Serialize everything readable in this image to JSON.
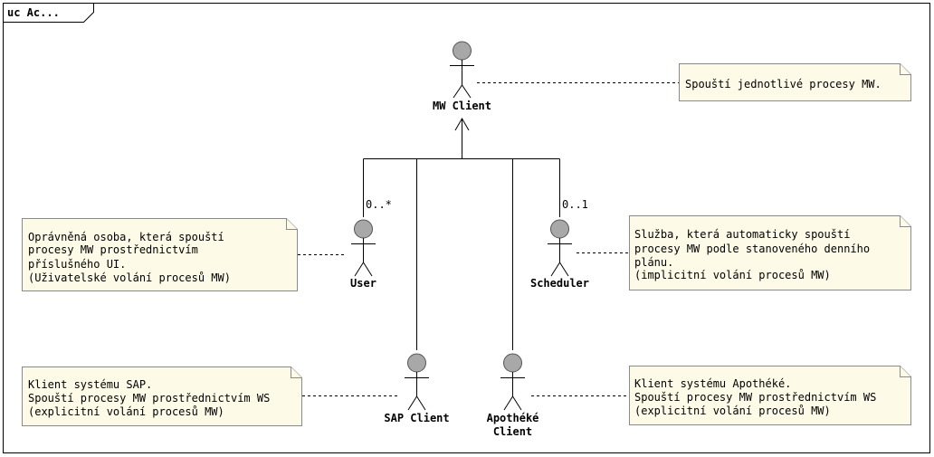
{
  "frame": {
    "title": "uc Ac..."
  },
  "actors": {
    "mw_client": {
      "lines": [
        "MW Client"
      ]
    },
    "user": {
      "lines": [
        "User"
      ],
      "multiplicity": "0..*"
    },
    "scheduler": {
      "lines": [
        "Scheduler"
      ],
      "multiplicity": "0..1"
    },
    "sap_client": {
      "lines": [
        "SAP Client"
      ]
    },
    "apotheke_client": {
      "lines": [
        "Apothéké",
        "Client"
      ]
    }
  },
  "notes": {
    "mw": {
      "lines": [
        "Spouští jednotlivé procesy MW."
      ]
    },
    "user": {
      "lines": [
        "Oprávněná osoba, která spouští",
        "procesy MW prostřednictvím",
        "příslušného UI.",
        "(Uživatelské volání procesů MW)"
      ]
    },
    "scheduler": {
      "lines": [
        "Služba, která automaticky spouští",
        "procesy MW podle stanoveného denního",
        "plánu.",
        "(implicitní volání procesů MW)"
      ]
    },
    "sap": {
      "lines": [
        "Klient systému SAP.",
        "Spouští procesy MW prostřednictvím WS",
        "(explicitní volání procesů MW)"
      ]
    },
    "apotheke": {
      "lines": [
        "Klient systému Apothéké.",
        "Spouští procesy MW prostřednictvím WS",
        "(explicitní volání procesů MW)"
      ]
    }
  }
}
